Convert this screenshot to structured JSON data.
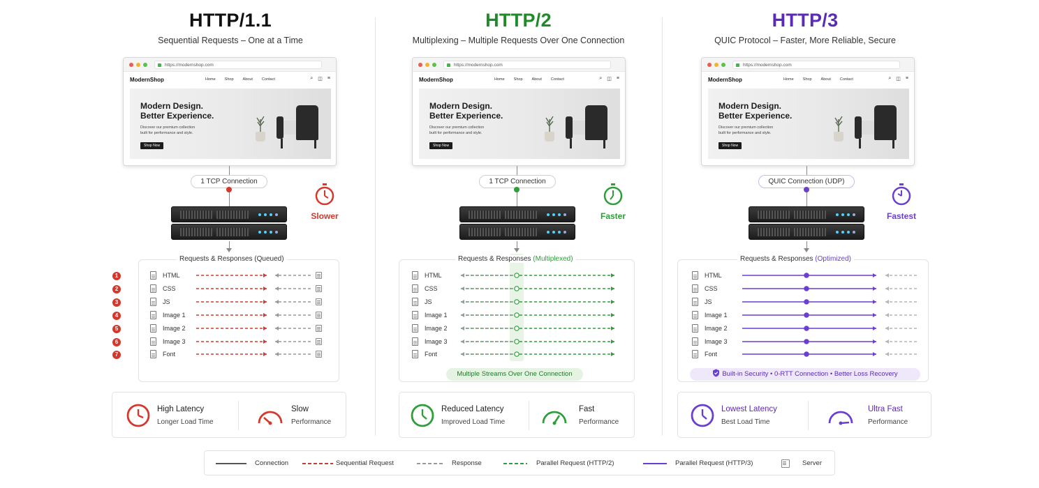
{
  "columns": [
    {
      "title": "HTTP/1.1",
      "title_color": "#111111",
      "subtitle": "Sequential Requests – One at a Time",
      "url": "https://modernshop.com",
      "brand": "ModernShop",
      "nav": [
        "Home",
        "Shop",
        "About",
        "Contact"
      ],
      "hero_heading_1": "Modern Design.",
      "hero_heading_2": "Better Experience.",
      "hero_text_1": "Discover our premium collection",
      "hero_text_2": "built for performance and style.",
      "hero_button": "Shop Now",
      "connection": "1 TCP Connection",
      "connection_dot_color": "#d4382c",
      "speed_label": "Slower",
      "speed_color": "#d4382c",
      "requests_title_prefix": "Requests & Responses",
      "requests_title_suffix": "(Queued)",
      "stat1_title": "High Latency",
      "stat1_sub": "Longer Load Time",
      "stat2_title": "Slow",
      "stat2_sub": "Performance",
      "accent": "#d4382c"
    },
    {
      "title": "HTTP/2",
      "title_color": "#1f8a2a",
      "subtitle": "Multiplexing – Multiple Requests Over One Connection",
      "url": "https://modernshop.com",
      "brand": "ModernShop",
      "nav": [
        "Home",
        "Shop",
        "About",
        "Contact"
      ],
      "hero_heading_1": "Modern Design.",
      "hero_heading_2": "Better Experience.",
      "hero_text_1": "Discover our premium collection",
      "hero_text_2": "built for performance and style.",
      "hero_button": "Shop Now",
      "connection": "1 TCP Connection",
      "connection_dot_color": "#2e9e3a",
      "speed_label": "Faster",
      "speed_color": "#2e9e3a",
      "requests_title_prefix": "Requests & Responses",
      "requests_title_suffix": "(Multiplexed)",
      "footer_pill": "Multiple Streams Over One Connection",
      "stat1_title": "Reduced Latency",
      "stat1_sub": "Improved Load Time",
      "stat2_title": "Fast",
      "stat2_sub": "Performance",
      "accent": "#2e9e3a"
    },
    {
      "title": "HTTP/3",
      "title_color": "#5a2bb5",
      "subtitle": "QUIC Protocol – Faster, More Reliable, Secure",
      "url": "https://modernshop.com",
      "brand": "ModernShop",
      "nav": [
        "Home",
        "Shop",
        "About",
        "Contact"
      ],
      "hero_heading_1": "Modern Design.",
      "hero_heading_2": "Better Experience.",
      "hero_text_1": "Discover our premium collection",
      "hero_text_2": "built for performance and style.",
      "hero_button": "Shop Now",
      "connection": "QUIC Connection (UDP)",
      "connection_dot_color": "#6a3fd0",
      "speed_label": "Fastest",
      "speed_color": "#6a3fd0",
      "requests_title_prefix": "Requests & Responses",
      "requests_title_suffix": "(Optimized)",
      "footer_pill": "Built-in Security  •  0-RTT Connection  •  Better Loss Recovery",
      "stat1_title": "Lowest Latency",
      "stat1_sub": "Best Load Time",
      "stat2_title": "Ultra Fast",
      "stat2_sub": "Performance",
      "accent": "#6a3fd0"
    }
  ],
  "requests": [
    "HTML",
    "CSS",
    "JS",
    "Image 1",
    "Image 2",
    "Image 3",
    "Font"
  ],
  "order_numbers": [
    "1",
    "2",
    "3",
    "4",
    "5",
    "6",
    "7"
  ],
  "legend": [
    {
      "label": "Connection",
      "color": "#555555",
      "style": "solid"
    },
    {
      "label": "Sequential Request",
      "color": "#d4382c",
      "style": "dashed"
    },
    {
      "label": "Response",
      "color": "#999999",
      "style": "dashed"
    },
    {
      "label": "Parallel Request (HTTP/2)",
      "color": "#2e9e3a",
      "style": "dashed"
    },
    {
      "label": "Parallel Request (HTTP/3)",
      "color": "#6a3fd0",
      "style": "solid"
    },
    {
      "label": "Server",
      "icon": "server-icon"
    }
  ]
}
